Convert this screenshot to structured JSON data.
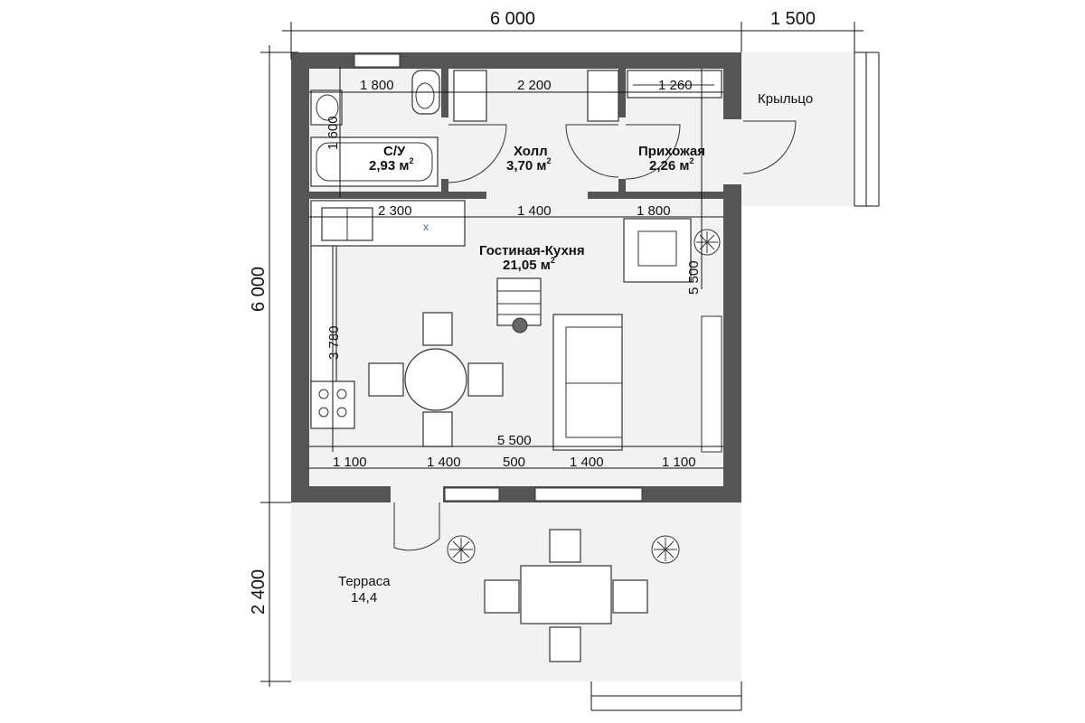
{
  "dimensions": {
    "top_main": "6 000",
    "top_porch": "1 500",
    "left_main": "6 000",
    "left_terrace": "2 400",
    "bath_width": "1 800",
    "hall_width": "2 200",
    "entry_width": "1 260",
    "bath_depth": "1 600",
    "kitchen_run": "2 300",
    "mid_span": "1 400",
    "right_span": "1 800",
    "right_height": "5 500",
    "kitchen_height": "3 780",
    "living_width": "5 500",
    "bottom_1": "1 100",
    "bottom_2": "1 400",
    "bottom_3": "500",
    "bottom_4": "1 400",
    "bottom_5": "1 100"
  },
  "rooms": {
    "bathroom": {
      "name": "С/У",
      "area": "2,93 м",
      "sup": "2"
    },
    "hall": {
      "name": "Холл",
      "area": "3,70 м",
      "sup": "2"
    },
    "entry": {
      "name": "Прихожая",
      "area": "2,26 м",
      "sup": "2"
    },
    "living": {
      "name": "Гостиная-Кухня",
      "area": "21,05 м",
      "sup": "2"
    },
    "porch": {
      "name": "Крыльцо"
    },
    "terrace": {
      "name": "Терраса",
      "area": "14,4"
    }
  },
  "marks": {
    "x_mark": "x"
  },
  "colors": {
    "wall": "#555555",
    "floor": "#f2f2f2",
    "line": "#111111"
  }
}
